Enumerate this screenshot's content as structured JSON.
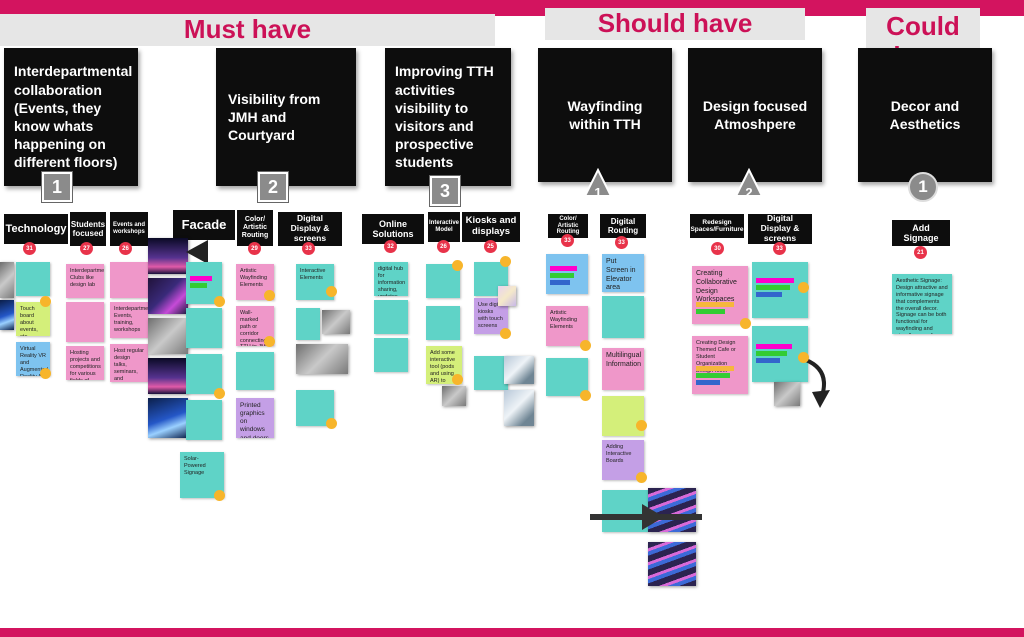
{
  "sections": {
    "must": "Must have",
    "should": "Should have",
    "could": "Could have"
  },
  "themes": [
    {
      "title": "Interdepartmental collaboration (Events, they know whats happening on different floors)",
      "rank": "1"
    },
    {
      "title": "Visibility from JMH and Courtyard",
      "rank": "2"
    },
    {
      "title": "Improving TTH activities visibility to visitors and prospective students",
      "rank": "3"
    },
    {
      "title": "Wayfinding within TTH",
      "rank": "1"
    },
    {
      "title": "Design focused Atmoshpere",
      "rank": "2"
    },
    {
      "title": "Decor and Aesthetics",
      "rank": "1"
    }
  ],
  "categories": [
    {
      "label": "Technology",
      "count": "31"
    },
    {
      "label": "Students focused",
      "count": "27"
    },
    {
      "label": "Events and workshops",
      "count": "26"
    },
    {
      "label": "Facade",
      "count": ""
    },
    {
      "label": "Color/ Artistic Routing",
      "count": "29"
    },
    {
      "label": "Digital Display & screens",
      "count": "33"
    },
    {
      "label": "Online Solutions",
      "count": "32"
    },
    {
      "label": "Interactive Model",
      "count": "26"
    },
    {
      "label": "Kiosks and displays",
      "count": "25"
    },
    {
      "label": "Color/ Artistic Routing",
      "count": "33"
    },
    {
      "label": "Digital Routing",
      "count": "33"
    },
    {
      "label": "Redesign Spaces/Furniture",
      "count": "30"
    },
    {
      "label": "Digital Display & screens",
      "count": "33"
    },
    {
      "label": "Add Signage",
      "count": "21"
    }
  ],
  "notes": {
    "tech1": "Touch board about events, etc.",
    "tech2": "Virtual Reality VR and Augmented Reality AR",
    "stud1": "Interdepartmental Clubs like design lab",
    "stud2": "Hosting projects and competitions for various fields of digital design",
    "ev1": "Interdepartmental Events, training, workshops",
    "ev2": "Host regular design talks, seminars, and workshops in TTH",
    "color1": "Artistic Wayfinding Elements",
    "color2": "Wall-marked path or corridor connecting TTH to JMH with design themed elem",
    "color3": "Printed graphics on windows and doors",
    "facade1": "Solar-Powered Signage",
    "digital1": "Interactive Elements",
    "online1": "digital hub for information sharing, updates, and announcements",
    "model1": "Add some interactive tool (pods and using AR) to make a digital booth visiting experience",
    "kiosk1": "Use digital kiosks with touch screens",
    "way1": "Artistic Wayfinding Elements",
    "dr1": "Put Screen in Elevator area",
    "dr2": "Multilingual Information",
    "dr3": "Adding Interactive Boards",
    "rs1": "Creating Collaborative Design Workspaces",
    "rs2": "Creating Design Themed Cafe or Student Organization Design room",
    "sig1": "Aesthetic Signage: Design attractive and informative signage that complements the overall decor. Signage can be both functional for wayfinding and visually appealing."
  }
}
